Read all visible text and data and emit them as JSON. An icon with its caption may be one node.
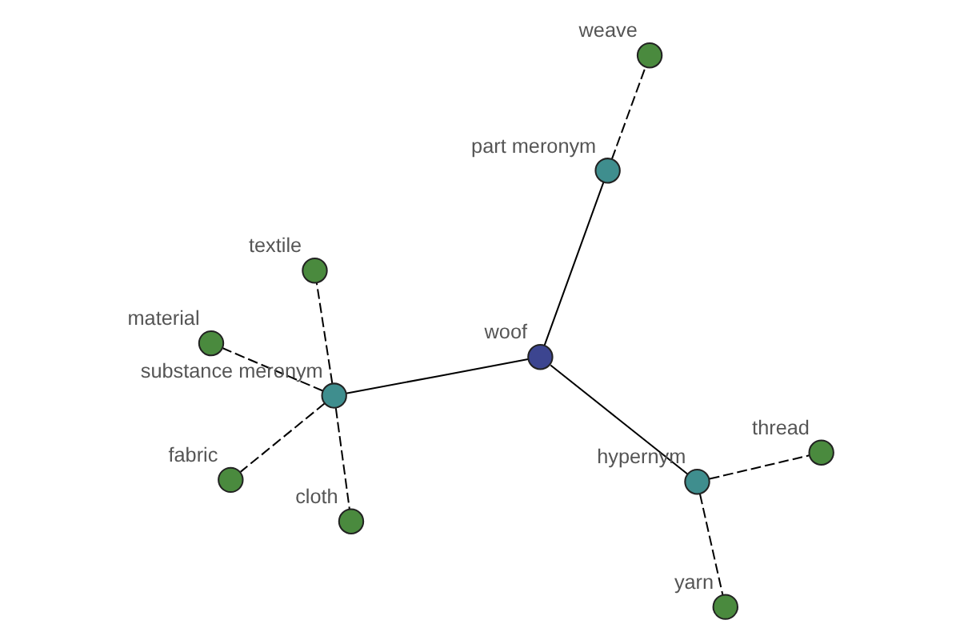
{
  "diagram": {
    "nodes": [
      {
        "text": [
          "yarn"
        ]
      },
      {
        "text": [
          "thread"
        ]
      },
      {
        "text": [
          "hypernym"
        ]
      },
      {
        "text": [
          "textile"
        ]
      },
      {
        "text": [
          "cloth"
        ]
      },
      {
        "text": [
          "substance meronym"
        ]
      },
      {
        "text": [
          "woof"
        ]
      },
      {
        "text": [
          "material"
        ]
      },
      {
        "text": [
          "part meronym"
        ]
      },
      {
        "text": [
          "weave"
        ]
      },
      {
        "text": [
          "fabric"
        ]
      }
    ],
    "edges": [
      {
        "from": 6,
        "to": 2,
        "arrow": "none"
      },
      {
        "from": 6,
        "to": 5,
        "arrow": "none"
      },
      {
        "from": 6,
        "to": 8,
        "arrow": "none"
      },
      {
        "from": 2,
        "to": 0,
        "arrow": "none",
        "style": "dashed"
      },
      {
        "from": 2,
        "to": 1,
        "arrow": "none",
        "style": "dashed"
      },
      {
        "from": 5,
        "to": 3,
        "arrow": "none",
        "style": "dashed"
      },
      {
        "from": 5,
        "to": 4,
        "arrow": "none",
        "style": "dashed"
      },
      {
        "from": 5,
        "to": 7,
        "arrow": "none",
        "style": "dashed"
      },
      {
        "from": 5,
        "to": 10,
        "arrow": "none",
        "style": "dashed"
      },
      {
        "from": 8,
        "to": 9,
        "arrow": "none",
        "style": "dashed"
      }
    ]
  }
}
